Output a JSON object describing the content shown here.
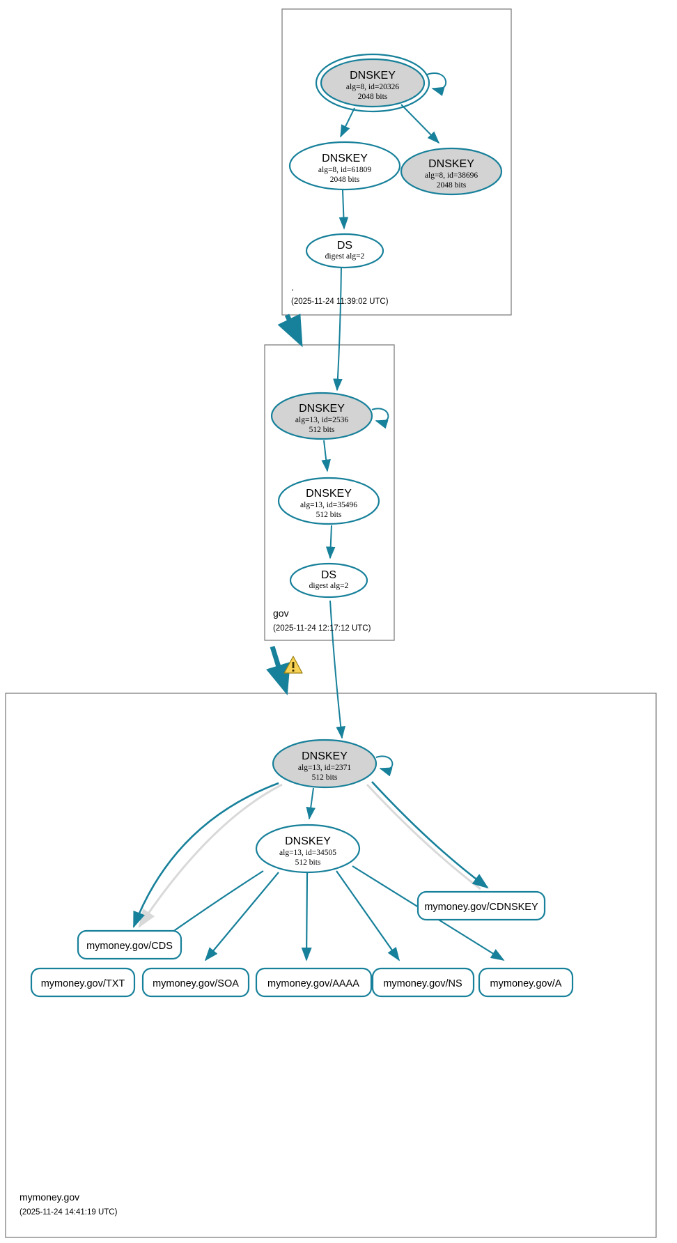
{
  "diagram": {
    "kind": "dnssec-authentication-chain",
    "colors": {
      "edge": "#17809a",
      "node_stroke": "#17809a",
      "secure_fill": "#d3d3d3",
      "plain_fill": "#ffffff",
      "zone_border": "#808080",
      "insecure_edge": "#d9d9d9",
      "warning": "#f5c518"
    }
  },
  "zones": [
    {
      "id": "root",
      "name": ".",
      "timestamp": "(2025-11-24 11:39:02 UTC)",
      "nodes": [
        {
          "id": "root-ksk",
          "type": "DNSKEY",
          "title": "DNSKEY",
          "line2": "alg=8, id=20326",
          "line3": "2048 bits",
          "trust_anchor": true,
          "shaded": true
        },
        {
          "id": "root-zsk",
          "type": "DNSKEY",
          "title": "DNSKEY",
          "line2": "alg=8, id=61809",
          "line3": "2048 bits",
          "trust_anchor": false,
          "shaded": false
        },
        {
          "id": "root-other",
          "type": "DNSKEY",
          "title": "DNSKEY",
          "line2": "alg=8, id=38696",
          "line3": "2048 bits",
          "trust_anchor": false,
          "shaded": true
        },
        {
          "id": "root-ds",
          "type": "DS",
          "title": "DS",
          "line2": "digest alg=2",
          "line3": "",
          "trust_anchor": false,
          "shaded": false
        }
      ]
    },
    {
      "id": "gov",
      "name": "gov",
      "timestamp": "(2025-11-24 12:17:12 UTC)",
      "nodes": [
        {
          "id": "gov-ksk",
          "type": "DNSKEY",
          "title": "DNSKEY",
          "line2": "alg=13, id=2536",
          "line3": "512 bits",
          "trust_anchor": false,
          "shaded": true
        },
        {
          "id": "gov-zsk",
          "type": "DNSKEY",
          "title": "DNSKEY",
          "line2": "alg=13, id=35496",
          "line3": "512 bits",
          "trust_anchor": false,
          "shaded": false
        },
        {
          "id": "gov-ds",
          "type": "DS",
          "title": "DS",
          "line2": "digest alg=2",
          "line3": "",
          "trust_anchor": false,
          "shaded": false
        }
      ]
    },
    {
      "id": "mymoney",
      "name": "mymoney.gov",
      "timestamp": "(2025-11-24 14:41:19 UTC)",
      "nodes": [
        {
          "id": "my-ksk",
          "type": "DNSKEY",
          "title": "DNSKEY",
          "line2": "alg=13, id=2371",
          "line3": "512 bits",
          "trust_anchor": false,
          "shaded": true
        },
        {
          "id": "my-zsk",
          "type": "DNSKEY",
          "title": "DNSKEY",
          "line2": "alg=13, id=34505",
          "line3": "512 bits",
          "trust_anchor": false,
          "shaded": false
        }
      ],
      "rrsets": [
        {
          "id": "rr-cdnskey",
          "label": "mymoney.gov/CDNSKEY"
        },
        {
          "id": "rr-cds",
          "label": "mymoney.gov/CDS"
        },
        {
          "id": "rr-txt",
          "label": "mymoney.gov/TXT"
        },
        {
          "id": "rr-soa",
          "label": "mymoney.gov/SOA"
        },
        {
          "id": "rr-aaaa",
          "label": "mymoney.gov/AAAA"
        },
        {
          "id": "rr-ns",
          "label": "mymoney.gov/NS"
        },
        {
          "id": "rr-a",
          "label": "mymoney.gov/A"
        }
      ]
    }
  ],
  "icons": [
    {
      "id": "warning-badge",
      "name": "warning-triangle-icon",
      "glyph": "!"
    }
  ]
}
